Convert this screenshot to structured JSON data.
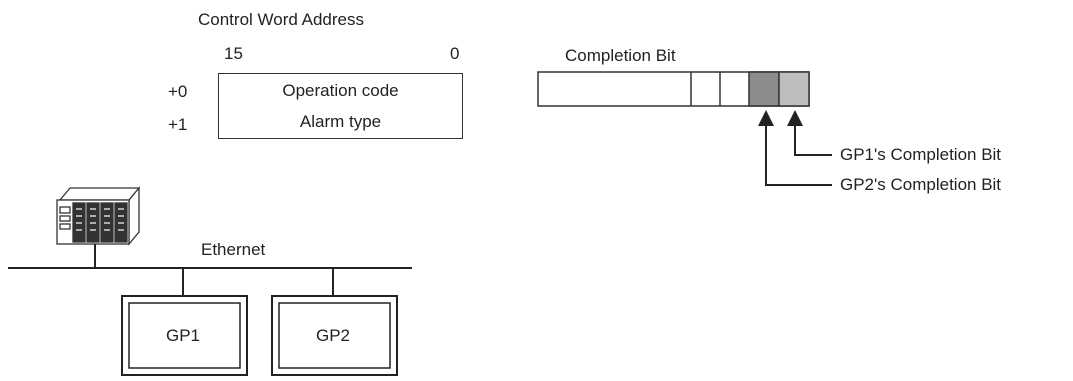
{
  "control_word": {
    "title": "Control Word Address",
    "bit_high": "15",
    "bit_low": "0",
    "rows": [
      {
        "offset": "+0",
        "label": "Operation code"
      },
      {
        "offset": "+1",
        "label": "Alarm type"
      }
    ]
  },
  "completion": {
    "title": "Completion Bit",
    "gp1_label": "GP1's Completion Bit",
    "gp2_label": "GP2's Completion Bit",
    "colors": {
      "gp2_bit": "#8c8c8e",
      "gp1_bit": "#bcbec0"
    }
  },
  "network": {
    "label": "Ethernet",
    "devices": [
      "GP1",
      "GP2"
    ],
    "plc_icon": "plc-rack-icon"
  }
}
